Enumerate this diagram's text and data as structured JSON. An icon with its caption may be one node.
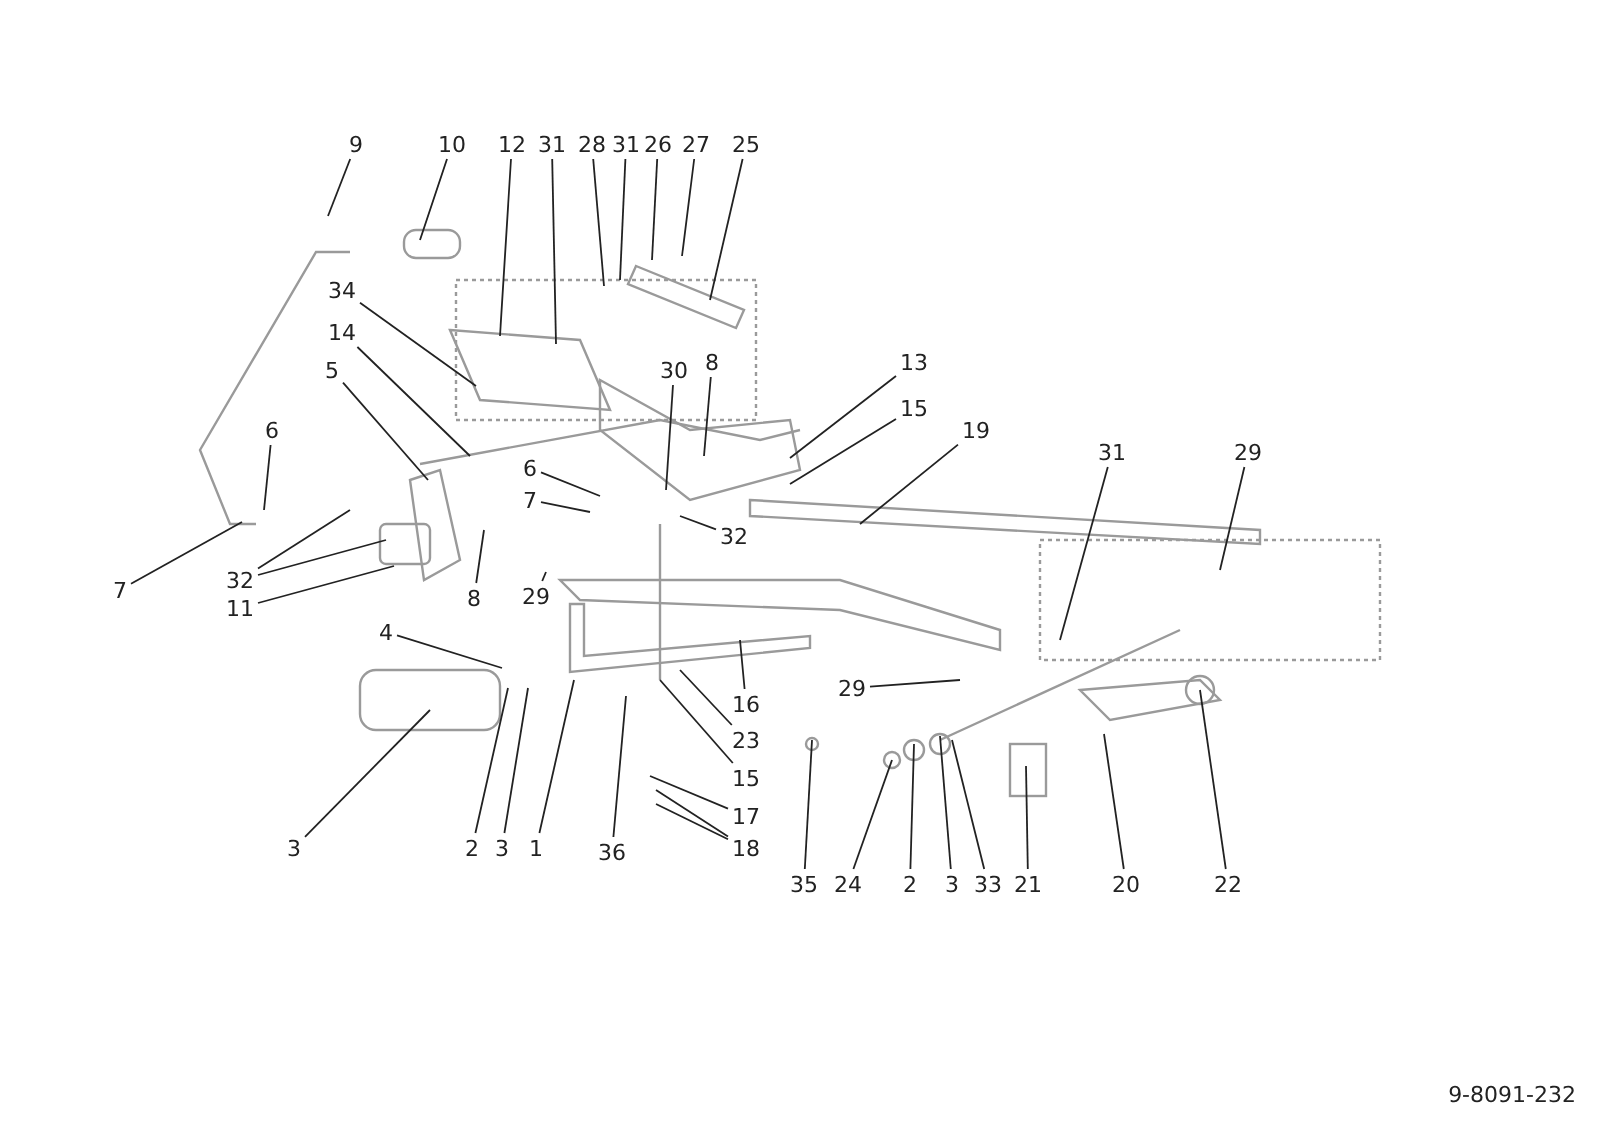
{
  "diagram": {
    "nodes": [
      {
        "text": [
          "9"
        ]
      },
      {
        "text": [
          "10"
        ]
      },
      {
        "text": [
          "12"
        ]
      },
      {
        "text": [
          "31"
        ]
      },
      {
        "text": [
          "28"
        ]
      },
      {
        "text": [
          "31"
        ]
      },
      {
        "text": [
          "26"
        ]
      },
      {
        "text": [
          "27"
        ]
      },
      {
        "text": [
          "25"
        ]
      },
      {
        "text": [
          "34"
        ]
      },
      {
        "text": [
          "14"
        ]
      },
      {
        "text": [
          "5"
        ]
      },
      {
        "text": [
          "6"
        ]
      },
      {
        "text": [
          "7"
        ]
      },
      {
        "text": [
          "32"
        ]
      },
      {
        "text": [
          "11"
        ]
      },
      {
        "text": [
          "6"
        ]
      },
      {
        "text": [
          "7"
        ]
      },
      {
        "text": [
          "30"
        ]
      },
      {
        "text": [
          "8"
        ]
      },
      {
        "text": [
          "13"
        ]
      },
      {
        "text": [
          "15"
        ]
      },
      {
        "text": [
          "19"
        ]
      },
      {
        "text": [
          "32"
        ]
      },
      {
        "text": [
          "8"
        ]
      },
      {
        "text": [
          "29"
        ]
      },
      {
        "text": [
          "4"
        ]
      },
      {
        "text": [
          "16"
        ]
      },
      {
        "text": [
          "23"
        ]
      },
      {
        "text": [
          "15"
        ]
      },
      {
        "text": [
          "17"
        ]
      },
      {
        "text": [
          "18"
        ]
      },
      {
        "text": [
          "36"
        ]
      },
      {
        "text": [
          "1"
        ]
      },
      {
        "text": [
          "3"
        ]
      },
      {
        "text": [
          "2"
        ]
      },
      {
        "text": [
          "3"
        ]
      },
      {
        "text": [
          "29"
        ]
      },
      {
        "text": [
          "31"
        ]
      },
      {
        "text": [
          "29"
        ]
      },
      {
        "text": [
          "35"
        ]
      },
      {
        "text": [
          "24"
        ]
      },
      {
        "text": [
          "2"
        ]
      },
      {
        "text": [
          "3"
        ]
      },
      {
        "text": [
          "33"
        ]
      },
      {
        "text": [
          "21"
        ]
      },
      {
        "text": [
          "20"
        ]
      },
      {
        "text": [
          "22"
        ]
      }
    ],
    "edges": [
      {
        "from": 0,
        "to": null,
        "arrow": "none"
      },
      {
        "from": 1,
        "to": null,
        "arrow": "none"
      },
      {
        "from": 2,
        "to": null,
        "arrow": "none"
      },
      {
        "from": 3,
        "to": null,
        "arrow": "none"
      },
      {
        "from": 4,
        "to": null,
        "arrow": "none"
      },
      {
        "from": 5,
        "to": null,
        "arrow": "none"
      },
      {
        "from": 6,
        "to": null,
        "arrow": "none"
      },
      {
        "from": 7,
        "to": null,
        "arrow": "none"
      },
      {
        "from": 8,
        "to": null,
        "arrow": "none"
      },
      {
        "from": 9,
        "to": null,
        "arrow": "none"
      },
      {
        "from": 10,
        "to": null,
        "arrow": "none"
      },
      {
        "from": 11,
        "to": null,
        "arrow": "none"
      },
      {
        "from": 12,
        "to": null,
        "arrow": "none"
      },
      {
        "from": 13,
        "to": null,
        "arrow": "none"
      },
      {
        "from": 14,
        "to": null,
        "arrow": "none"
      },
      {
        "from": 14,
        "to": null,
        "arrow": "none"
      },
      {
        "from": 15,
        "to": null,
        "arrow": "none"
      },
      {
        "from": 16,
        "to": null,
        "arrow": "none"
      },
      {
        "from": 17,
        "to": null,
        "arrow": "none"
      },
      {
        "from": 18,
        "to": null,
        "arrow": "none"
      },
      {
        "from": 19,
        "to": null,
        "arrow": "none"
      },
      {
        "from": 20,
        "to": null,
        "arrow": "none"
      },
      {
        "from": 21,
        "to": null,
        "arrow": "none"
      },
      {
        "from": 22,
        "to": null,
        "arrow": "none"
      },
      {
        "from": 23,
        "to": null,
        "arrow": "none"
      },
      {
        "from": 24,
        "to": null,
        "arrow": "none"
      },
      {
        "from": 25,
        "to": null,
        "arrow": "none"
      },
      {
        "from": 26,
        "to": null,
        "arrow": "none"
      },
      {
        "from": 27,
        "to": null,
        "arrow": "none"
      },
      {
        "from": 28,
        "to": null,
        "arrow": "none"
      },
      {
        "from": 29,
        "to": null,
        "arrow": "none"
      },
      {
        "from": 30,
        "to": null,
        "arrow": "none"
      },
      {
        "from": 31,
        "to": null,
        "arrow": "none"
      },
      {
        "from": 31,
        "to": null,
        "arrow": "none"
      },
      {
        "from": 32,
        "to": null,
        "arrow": "none"
      },
      {
        "from": 33,
        "to": null,
        "arrow": "none"
      },
      {
        "from": 34,
        "to": null,
        "arrow": "none"
      },
      {
        "from": 35,
        "to": null,
        "arrow": "none"
      },
      {
        "from": 36,
        "to": null,
        "arrow": "none"
      },
      {
        "from": 37,
        "to": null,
        "arrow": "none"
      },
      {
        "from": 38,
        "to": null,
        "arrow": "none"
      },
      {
        "from": 39,
        "to": null,
        "arrow": "none"
      },
      {
        "from": 40,
        "to": null,
        "arrow": "none"
      },
      {
        "from": 41,
        "to": null,
        "arrow": "none"
      },
      {
        "from": 42,
        "to": null,
        "arrow": "none"
      },
      {
        "from": 43,
        "to": null,
        "arrow": "none"
      },
      {
        "from": 44,
        "to": null,
        "arrow": "none"
      },
      {
        "from": 45,
        "to": null,
        "arrow": "none"
      },
      {
        "from": 46,
        "to": null,
        "arrow": "none"
      },
      {
        "from": 47,
        "to": null,
        "arrow": "none"
      }
    ],
    "labels": [
      "9-8091-232"
    ]
  }
}
